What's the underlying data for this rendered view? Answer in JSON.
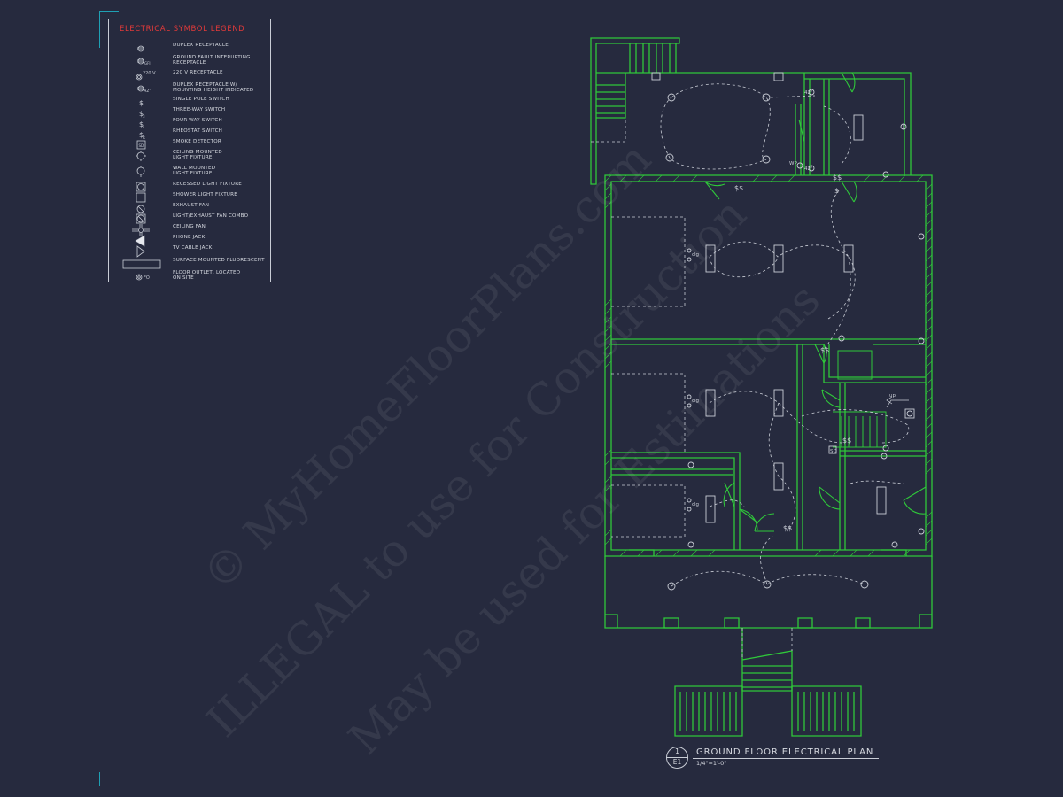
{
  "legend": {
    "title": "ELECTRICAL SYMBOL LEGEND",
    "items": [
      {
        "label": "DUPLEX RECEPTACLE",
        "icon": "duplex-receptacle-icon"
      },
      {
        "label": "GROUND FAULT INTERUPTING\nRECEPTACLE",
        "icon": "gfi-receptacle-icon",
        "tag": "GFI"
      },
      {
        "label": "220 V RECEPTACLE",
        "icon": "220v-receptacle-icon",
        "tag": "220 V"
      },
      {
        "label": "DUPLEX RECEPTACLE W/\nMOUNTING HEIGHT INDICATED",
        "icon": "height-receptacle-icon",
        "tag": "42\""
      },
      {
        "label": "SINGLE POLE SWITCH",
        "icon": "single-pole-switch-icon"
      },
      {
        "label": "THREE-WAY SWITCH",
        "icon": "three-way-switch-icon"
      },
      {
        "label": "FOUR-WAY SWITCH",
        "icon": "four-way-switch-icon"
      },
      {
        "label": "RHEOSTAT SWITCH",
        "icon": "rheostat-switch-icon"
      },
      {
        "label": "SMOKE DETECTOR",
        "icon": "smoke-detector-icon"
      },
      {
        "label": "CEILING MOUNTED\nLIGHT FIXTURE",
        "icon": "ceiling-light-icon"
      },
      {
        "label": "WALL MOUNTED\nLIGHT FIXTURE",
        "icon": "wall-light-icon"
      },
      {
        "label": "RECESSED LIGHT FIXTURE",
        "icon": "recessed-light-icon"
      },
      {
        "label": "SHOWER LIGHT FIXTURE",
        "icon": "shower-light-icon"
      },
      {
        "label": "EXHAUST FAN",
        "icon": "exhaust-fan-icon"
      },
      {
        "label": "LIGHT/EXHAUST FAN COMBO",
        "icon": "light-fan-combo-icon"
      },
      {
        "label": "CEILING FAN",
        "icon": "ceiling-fan-icon"
      },
      {
        "label": "PHONE JACK",
        "icon": "phone-jack-icon"
      },
      {
        "label": "TV CABLE JACK",
        "icon": "tv-cable-jack-icon"
      },
      {
        "label": "SURFACE MOUNTED FLUORESCENT",
        "icon": "fluorescent-fixture-icon"
      },
      {
        "label": "FLOOR OUTLET, LOCATED\nON SITE",
        "icon": "floor-outlet-icon",
        "tag": "FO"
      }
    ]
  },
  "plan": {
    "title_block": {
      "number": "1",
      "sheet": "E1",
      "title": "GROUND FLOOR ELECTRICAL PLAN",
      "scale": "1/4\"=1'-0\""
    },
    "annotations": {
      "clg_label": "clg",
      "up_label": "up",
      "wp_label": "WP",
      "gfi_label": "GFI",
      "height_label": "42\"",
      "smoke_label": "SD"
    }
  },
  "watermark": {
    "line1": "© MyHomeFloorPlans.com",
    "line2": "ILLEGAL to use for Construction",
    "line3": "May be used for Estimations"
  },
  "colors": {
    "background": "#262a3e",
    "wall": "#2fc83a",
    "linework": "#c9cdd6",
    "legend_title": "#e23a3a",
    "watermark": "#ffffff"
  }
}
